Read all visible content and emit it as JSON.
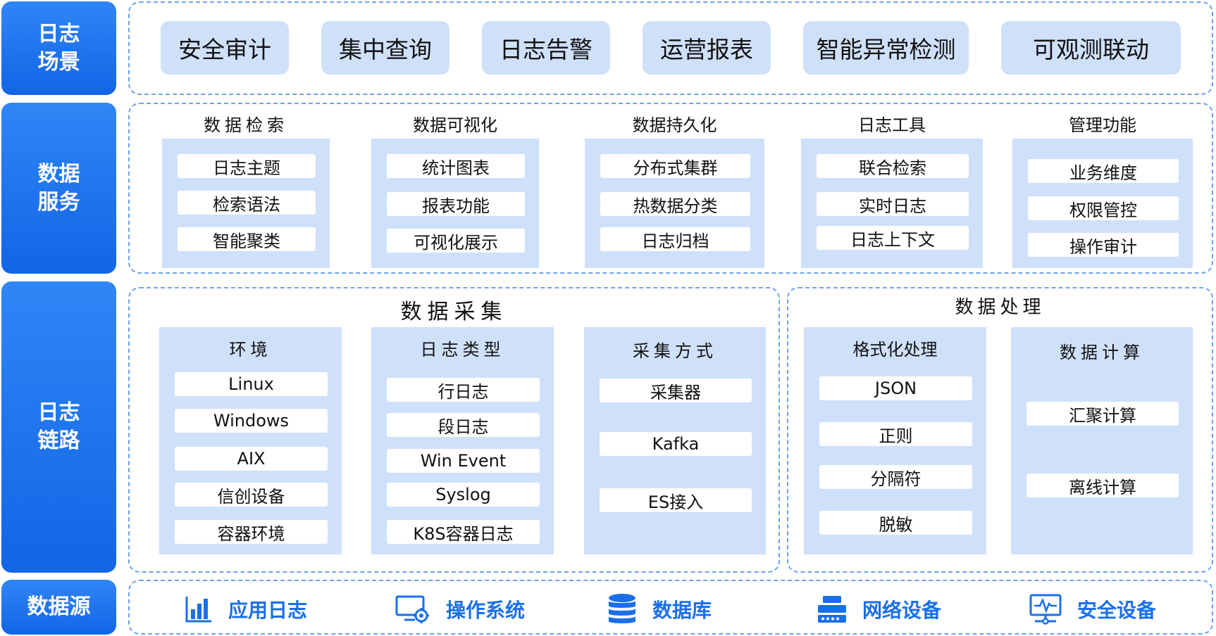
{
  "rows": {
    "scene": "日志场景",
    "service": "数据服务",
    "link": "日志链路",
    "source": "数据源"
  },
  "scenes": [
    "安全审计",
    "集中查询",
    "日志告警",
    "运营报表",
    "智能异常检测",
    "可观测联动"
  ],
  "services": [
    {
      "title": "数据检索",
      "items": [
        "日志主题",
        "检索语法",
        "智能聚类"
      ]
    },
    {
      "title": "数据可视化",
      "items": [
        "统计图表",
        "报表功能",
        "可视化展示"
      ]
    },
    {
      "title": "数据持久化",
      "items": [
        "分布式集群",
        "热数据分类",
        "日志归档"
      ]
    },
    {
      "title": "日志工具",
      "items": [
        "联合检索",
        "实时日志",
        "日志上下文"
      ]
    },
    {
      "title": "管理功能",
      "items": [
        "业务维度",
        "权限管控",
        "操作审计"
      ]
    }
  ],
  "collect": {
    "title": "数据采集",
    "groups": [
      {
        "title": "环境",
        "items": [
          "Linux",
          "Windows",
          "AIX",
          "信创设备",
          "容器环境"
        ]
      },
      {
        "title": "日志类型",
        "items": [
          "行日志",
          "段日志",
          "Win Event",
          "Syslog",
          "K8S容器日志"
        ]
      },
      {
        "title": "采集方式",
        "items": [
          "采集器",
          "Kafka",
          "ES接入"
        ]
      }
    ]
  },
  "process": {
    "title": "数据处理",
    "groups": [
      {
        "title": "格式化处理",
        "items": [
          "JSON",
          "正则",
          "分隔符",
          "脱敏"
        ]
      },
      {
        "title": "数据计算",
        "items": [
          "汇聚计算",
          "离线计算"
        ]
      }
    ]
  },
  "sources": [
    {
      "label": "应用日志",
      "icon": "bar-chart-icon"
    },
    {
      "label": "操作系统",
      "icon": "monitor-gear-icon"
    },
    {
      "label": "数据库",
      "icon": "database-icon"
    },
    {
      "label": "网络设备",
      "icon": "server-rack-icon"
    },
    {
      "label": "安全设备",
      "icon": "monitor-pulse-icon"
    }
  ],
  "colors": {
    "primary": "#1a6fe8",
    "panel": "#cfe0fa",
    "dash": "#6ea2ee"
  }
}
